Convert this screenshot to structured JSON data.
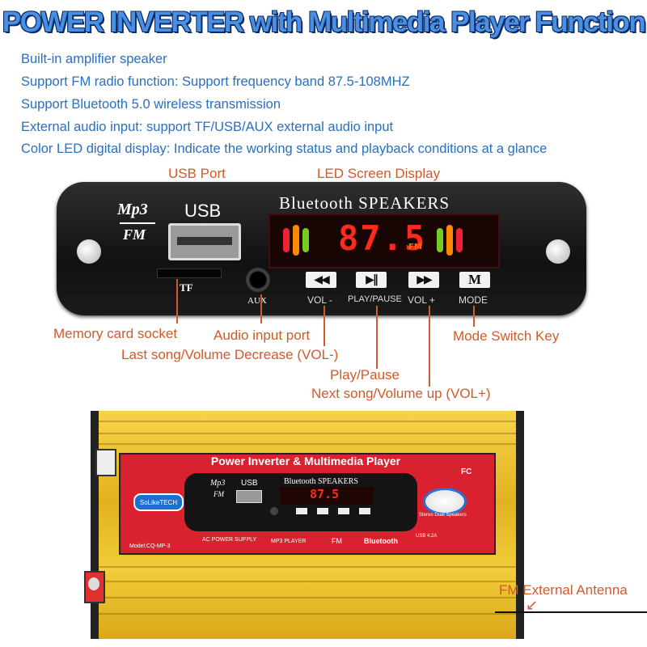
{
  "title": "POWER INVERTER with Multimedia Player Function",
  "features": [
    "Built-in amplifier speaker",
    "Support FM radio function: Support frequency band 87.5-108MHZ",
    "Support Bluetooth 5.0 wireless transmission",
    "External audio input: support TF/USB/AUX external audio input",
    "Color LED digital display: Indicate the working status and playback conditions at a glance"
  ],
  "callouts": {
    "usb_port": "USB Port",
    "led_screen": "LED Screen Display",
    "memory_card": "Memory card socket",
    "audio_input": "Audio input port",
    "last_song": "Last song/Volume Decrease (VOL-)",
    "play_pause": "Play/Pause",
    "next_song": "Next song/Volume up (VOL+)",
    "mode_switch": "Mode Switch Key",
    "fm_antenna": "FM External Antenna"
  },
  "panel": {
    "mp3": "Mp3",
    "fm": "FM",
    "usb": "USB",
    "tf": "TF",
    "aux": "AUX",
    "brand": "Bluetooth SPEAKERS",
    "display": "87.5",
    "display_suffix": "FM",
    "keys": [
      "VOL -",
      "PLAY/PAUSE",
      "VOL +",
      "MODE"
    ],
    "mode_key": "M"
  },
  "device": {
    "label": "Power Inverter & Multimedia Player",
    "brand_badge": "SoLikeTECH",
    "model": "Model:CQ-MP-3",
    "icons": [
      "AC POWER SUPPLY",
      "MP3 PLAYER",
      "FM",
      "Bluetooth"
    ],
    "stereo": "Stereo Dual Speakers",
    "fc": "FC",
    "mini_display": "87.5",
    "usb_label": "USB 4.2A"
  },
  "colors": {
    "accent_blue": "#4a90e2",
    "callout": "#d2592a",
    "red_panel": "#d9212f",
    "yellow_case": "#f2cc3a"
  }
}
